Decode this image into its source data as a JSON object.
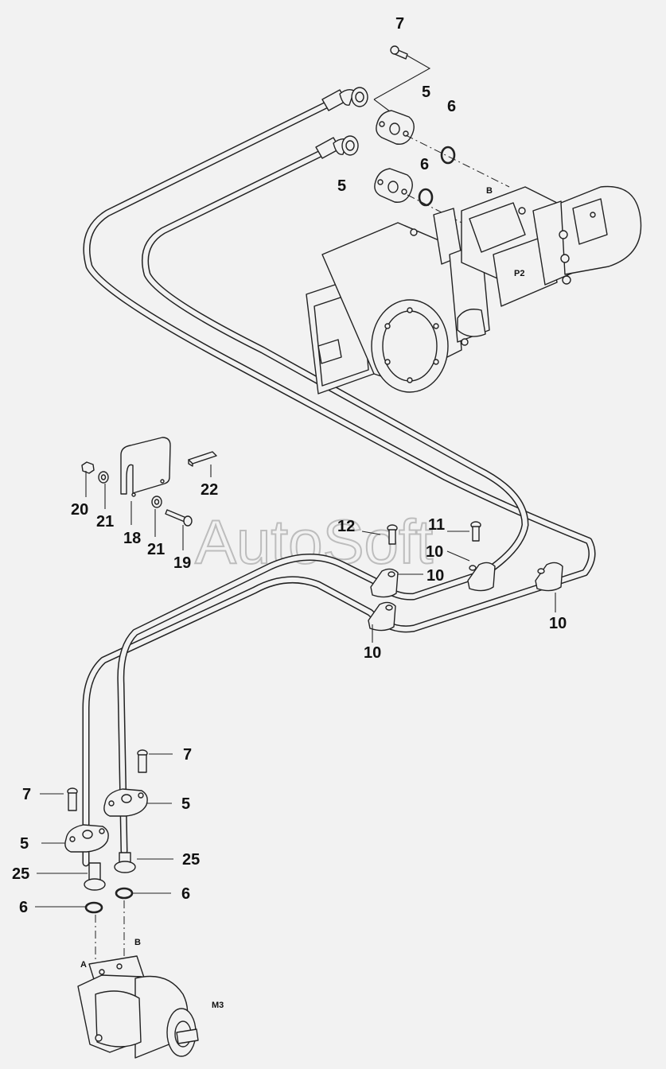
{
  "watermark": "AutoSoft",
  "callouts": [
    {
      "id": "c1",
      "text": "7"
    },
    {
      "id": "c2",
      "text": "5"
    },
    {
      "id": "c3",
      "text": "6"
    },
    {
      "id": "c4",
      "text": "6"
    },
    {
      "id": "c5",
      "text": "5"
    },
    {
      "id": "c6",
      "text": "22"
    },
    {
      "id": "c7",
      "text": "20"
    },
    {
      "id": "c8",
      "text": "21"
    },
    {
      "id": "c9",
      "text": "18"
    },
    {
      "id": "c10",
      "text": "21"
    },
    {
      "id": "c11",
      "text": "19"
    },
    {
      "id": "c12",
      "text": "12"
    },
    {
      "id": "c13",
      "text": "11"
    },
    {
      "id": "c14",
      "text": "10"
    },
    {
      "id": "c15",
      "text": "10"
    },
    {
      "id": "c16",
      "text": "10"
    },
    {
      "id": "c17",
      "text": "10"
    },
    {
      "id": "c18",
      "text": "7"
    },
    {
      "id": "c19",
      "text": "7"
    },
    {
      "id": "c20",
      "text": "5"
    },
    {
      "id": "c21",
      "text": "5"
    },
    {
      "id": "c22",
      "text": "25"
    },
    {
      "id": "c23",
      "text": "25"
    },
    {
      "id": "c24",
      "text": "6"
    },
    {
      "id": "c25",
      "text": "6"
    }
  ],
  "port_labels": {
    "pump_b": "B",
    "pump_p2": "P2",
    "motor_a": "A",
    "motor_b": "B",
    "motor_m3": "M3"
  }
}
